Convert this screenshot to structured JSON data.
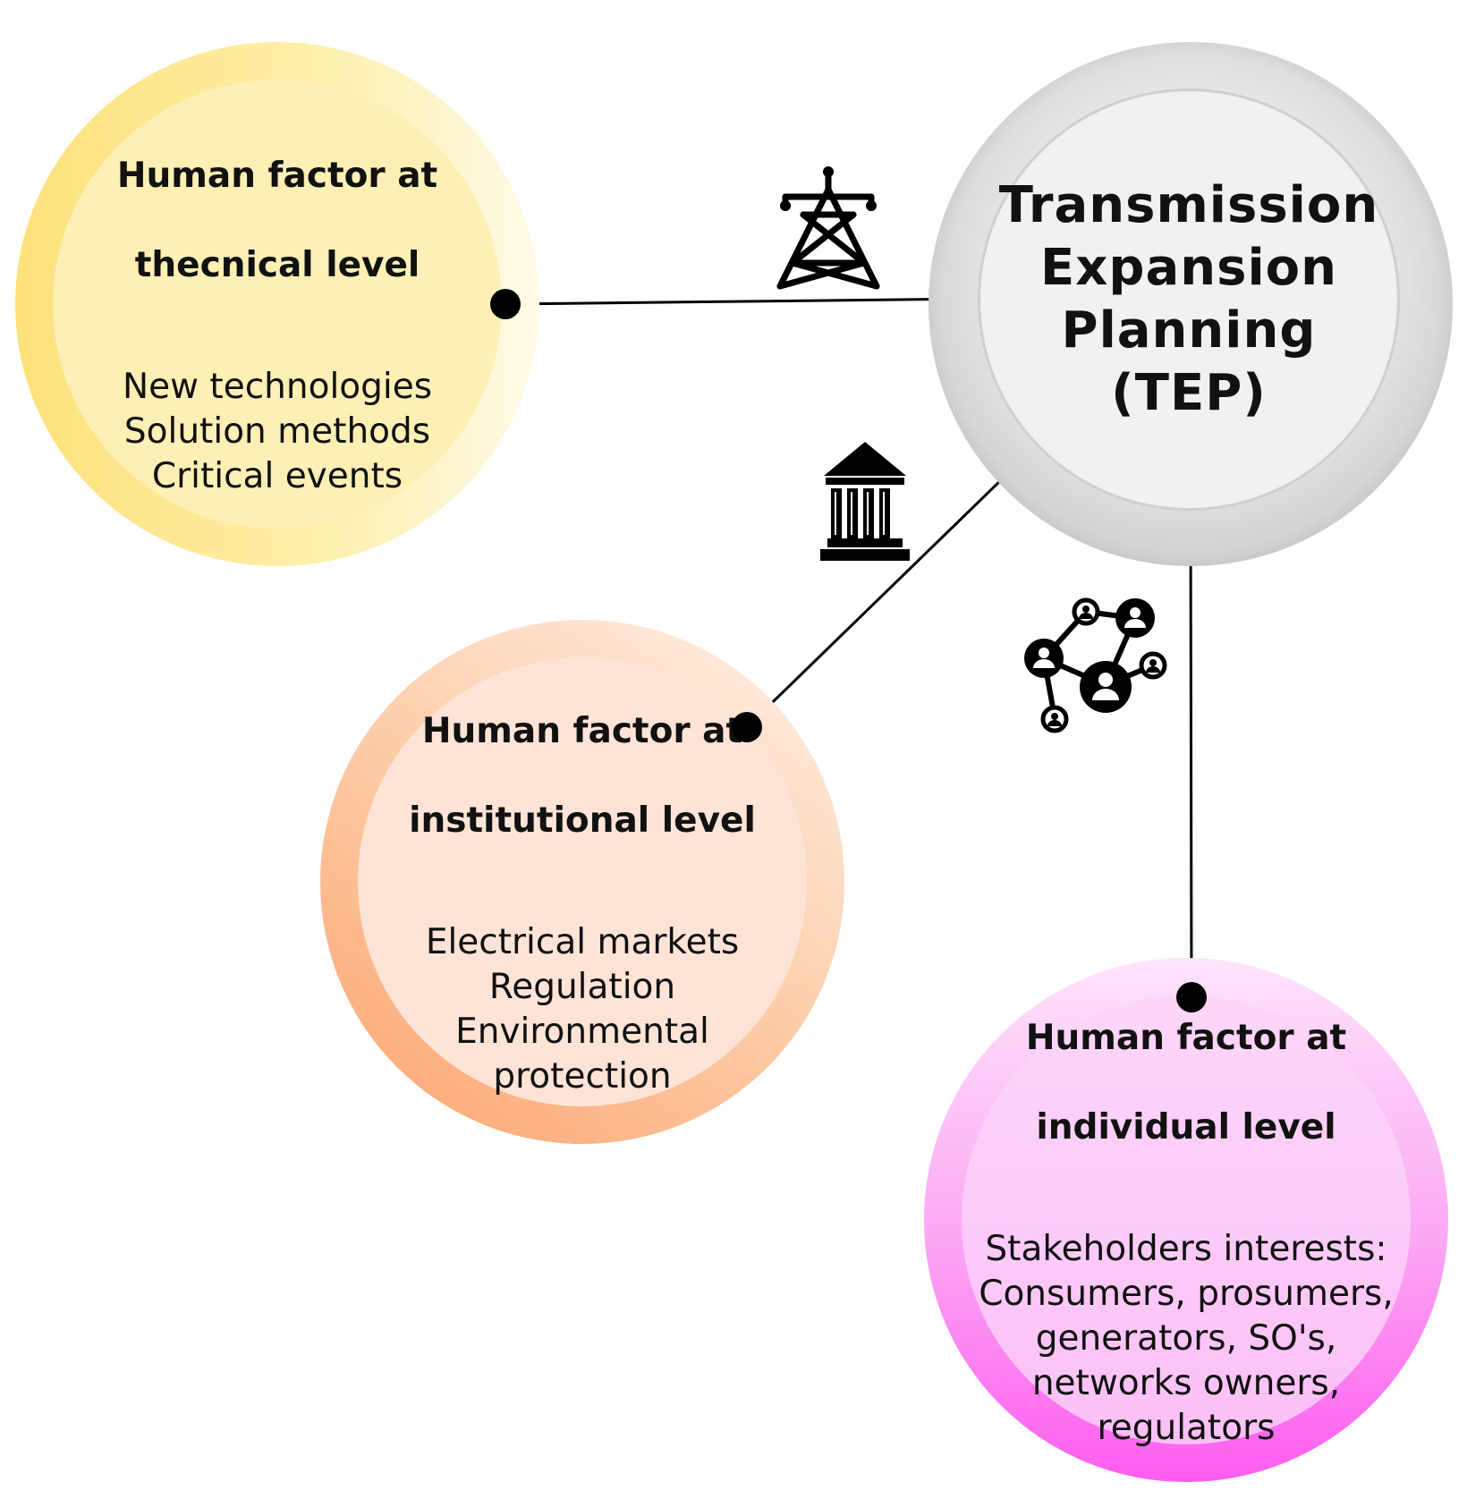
{
  "center": {
    "title_lines": [
      "Transmission",
      "Expansion",
      "Planning",
      "(TEP)"
    ],
    "icon": "neutral-grey-circle"
  },
  "levels": [
    {
      "id": "technical",
      "heading_lines": [
        "Human factor at",
        "thecnical level"
      ],
      "items": [
        "New technologies",
        "Solution methods",
        "Critical events"
      ],
      "color": "#fde17a",
      "icon": "transmission-tower-icon"
    },
    {
      "id": "institutional",
      "heading_lines": [
        "Human factor at",
        "institutional level"
      ],
      "items": [
        "Electrical markets",
        "Regulation",
        "Environmental",
        "protection"
      ],
      "color": "#fda36f",
      "icon": "government-building-icon"
    },
    {
      "id": "individual",
      "heading_lines": [
        "Human factor at",
        "individual level"
      ],
      "items": [
        "Stakeholders interests:",
        "Consumers, prosumers,",
        "generators, SO's,",
        "networks owners,",
        "regulators"
      ],
      "color": "#ff5cf0",
      "icon": "people-network-icon"
    }
  ]
}
